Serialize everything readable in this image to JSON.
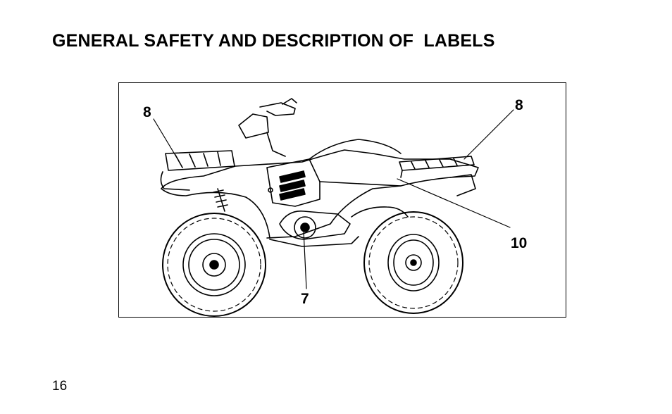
{
  "page": {
    "title": "GENERAL SAFETY AND DESCRIPTION OF  LABELS",
    "page_number": "16"
  },
  "figure": {
    "subject": "ATV",
    "callouts": [
      {
        "id": "front-rack-label",
        "text": "8"
      },
      {
        "id": "rear-rack-label",
        "text": "8"
      },
      {
        "id": "rear-fender-label",
        "text": "10"
      },
      {
        "id": "drive-cover-label",
        "text": "7"
      }
    ]
  }
}
